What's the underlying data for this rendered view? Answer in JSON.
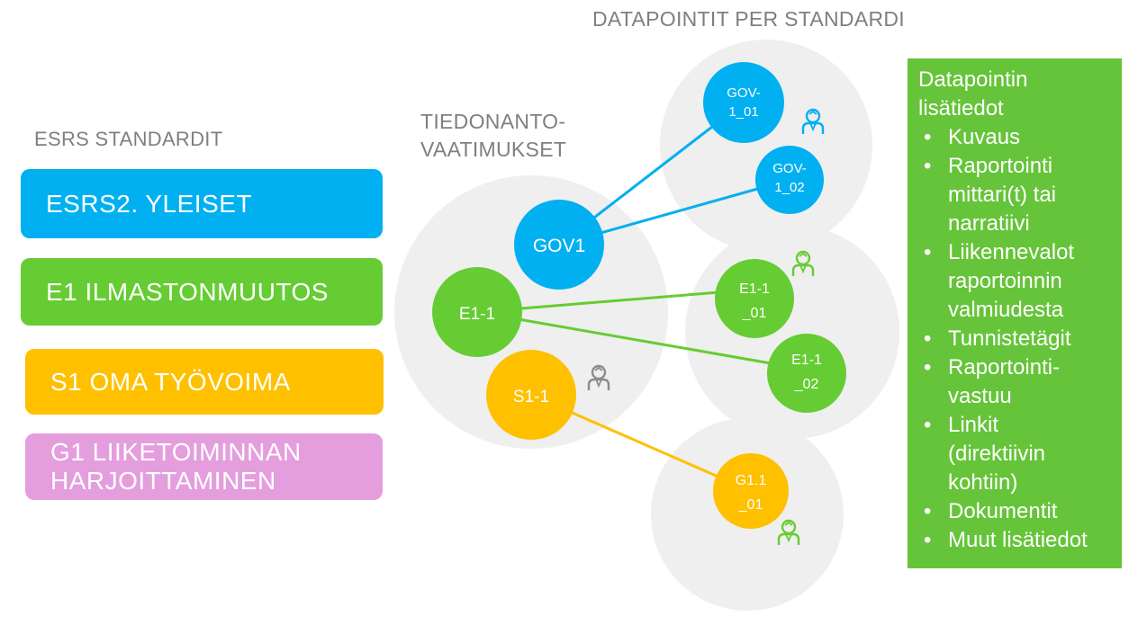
{
  "headings": {
    "datapoints": "DATAPOINTIT PER STANDARDI",
    "requirements_line1": "TIEDONANTO-",
    "requirements_line2": "VAATIMUKSET",
    "standards": "ESRS STANDARDIT"
  },
  "standards": [
    {
      "label": "ESRS2. YLEISET",
      "color": "#00b0f0"
    },
    {
      "label": "E1 ILMASTONMUUTOS",
      "color": "#66cc33"
    },
    {
      "label": "S1 OMA TYÖVOIMA",
      "color": "#ffc000"
    },
    {
      "label_line1": "G1 LIIKETOIMINNAN",
      "label_line2": "HARJOITTAMINEN",
      "color": "#e49edd"
    }
  ],
  "requirements": [
    {
      "label": "GOV1",
      "color": "#00b0f0"
    },
    {
      "label": "E1-1",
      "color": "#66cc33"
    },
    {
      "label": "S1-1",
      "color": "#ffc000"
    }
  ],
  "datapoints": [
    {
      "line1": "GOV-",
      "line2": "1_01",
      "color": "#00b0f0"
    },
    {
      "line1": "GOV-",
      "line2": "1_02",
      "color": "#00b0f0"
    },
    {
      "line1": "E1-1",
      "line2": "_01",
      "color": "#66cc33"
    },
    {
      "line1": "E1-1",
      "line2": "_02",
      "color": "#66cc33"
    },
    {
      "line1": "G1.1",
      "line2": "_01",
      "color": "#ffc000"
    }
  ],
  "person_icons": [
    {
      "name": "person-icon-gov",
      "color": "#00b0f0"
    },
    {
      "name": "person-icon-e1",
      "color": "#66cc33"
    },
    {
      "name": "person-icon-s1",
      "color": "#8c8c8c"
    },
    {
      "name": "person-icon-g1",
      "color": "#66cc33"
    }
  ],
  "info_panel": {
    "title_line1": "Datapointin",
    "title_line2": "lisätiedot",
    "items": [
      [
        "Kuvaus"
      ],
      [
        "Raportointi",
        "mittari(t) tai",
        "narratiivi"
      ],
      [
        "Liikennevalot",
        "raportoinnin",
        "valmiudesta"
      ],
      [
        "Tunnistetägit"
      ],
      [
        "Raportointi-",
        "vastuu"
      ],
      [
        "Linkit",
        "(direktiivin",
        "kohtiin)"
      ],
      [
        "Dokumentit"
      ],
      [
        "Muut lisätiedot"
      ]
    ],
    "color": "#66c43a"
  }
}
